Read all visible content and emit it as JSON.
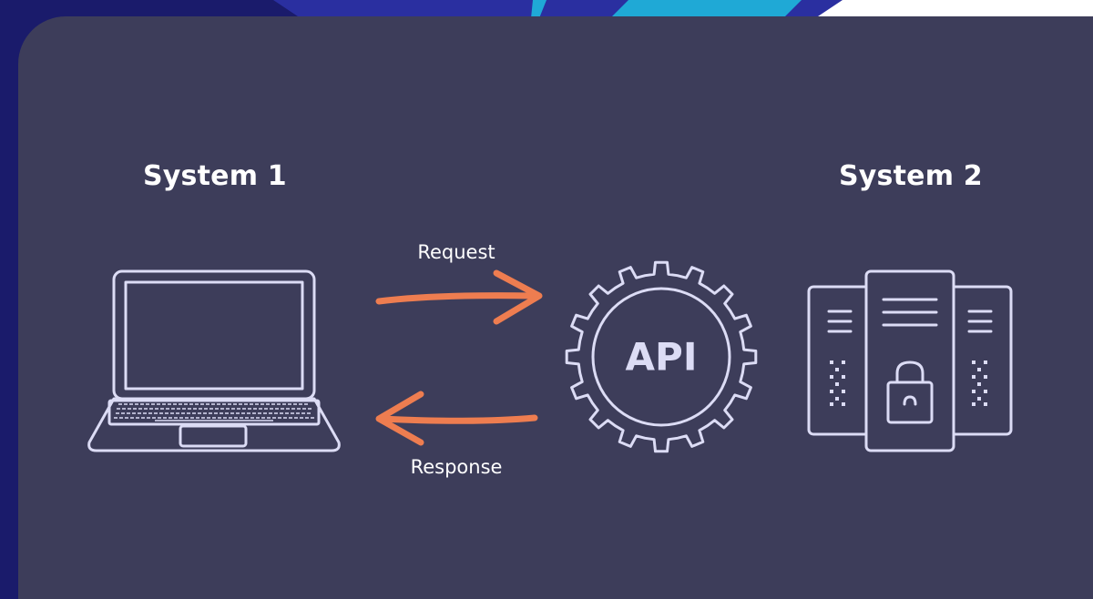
{
  "diagram": {
    "system_1": {
      "title": "System 1"
    },
    "system_2": {
      "title": "System 2"
    },
    "request": {
      "label": "Request"
    },
    "response": {
      "label": "Response"
    },
    "api": {
      "label": "API"
    }
  },
  "colors": {
    "background_dark": "#1a1b6b",
    "panel": "#3d3d5a",
    "accent_cyan": "#1fa9d6",
    "arrow_orange": "#ee7d50",
    "icon_outline": "#dcdcf5",
    "text": "#ffffff"
  },
  "icons": {
    "system_1": "laptop-icon",
    "api": "gear-icon",
    "system_2": "server-rack-icon"
  }
}
